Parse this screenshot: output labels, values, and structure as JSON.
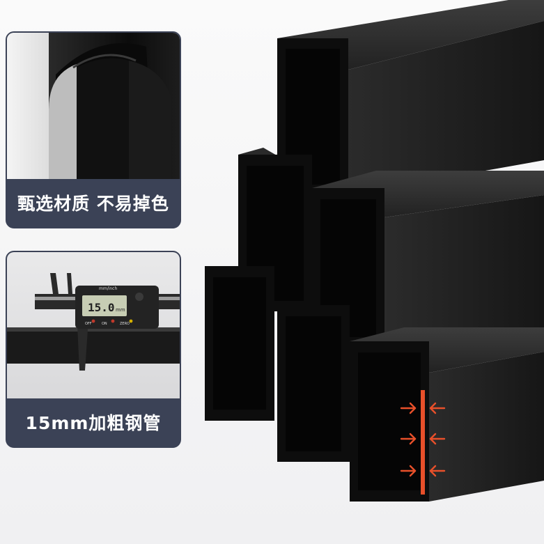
{
  "cards": [
    {
      "caption": "甄选材质 不易掉色",
      "photo": "tube-cross-section-photo"
    },
    {
      "caption": "15mm加粗钢管",
      "photo": "caliper-measurement-photo"
    }
  ],
  "caliper": {
    "display_value": "15.0",
    "unit_label": "mm",
    "mode_label": "mm/inch",
    "buttons": [
      "OFF",
      "ON",
      "ZERO"
    ]
  },
  "colors": {
    "card_bg": "#3b4256",
    "arrow_accent": "#e8502a",
    "tube_black": "#111111"
  },
  "main_image": "stacked-square-steel-tubes-photo"
}
